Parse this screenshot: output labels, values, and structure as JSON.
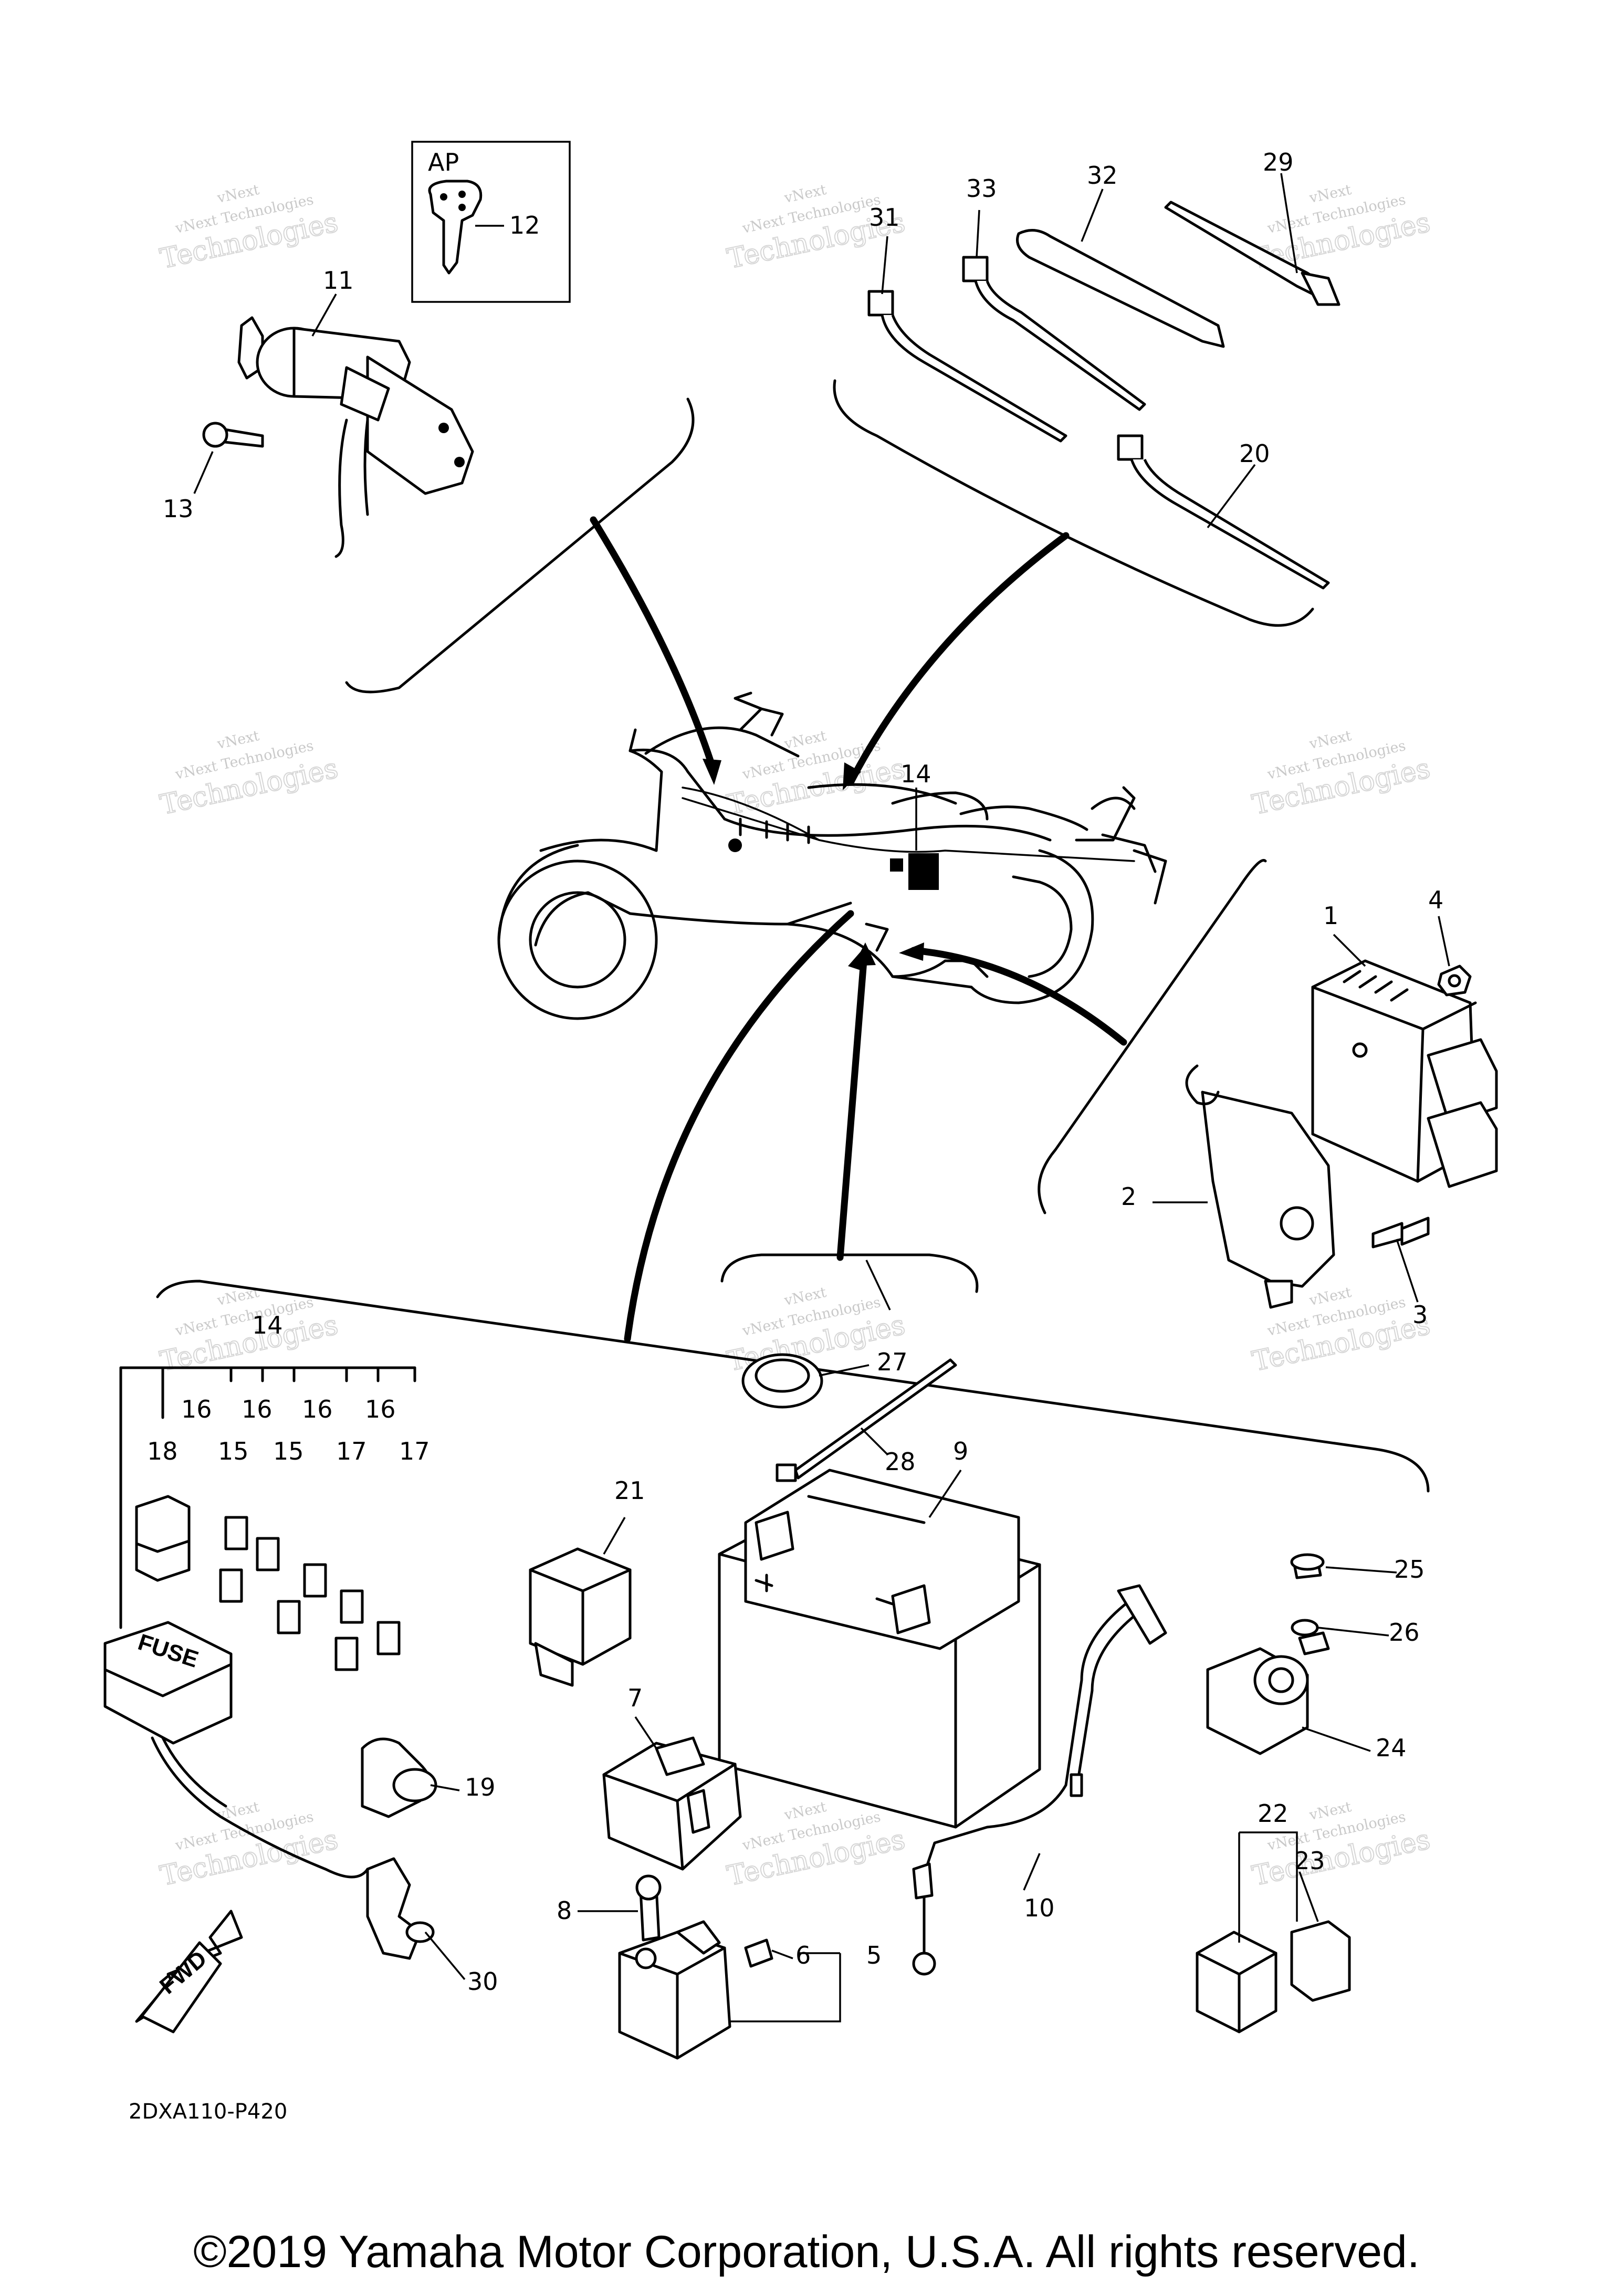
{
  "diagram": {
    "code": "2DXA110-P420",
    "copyright": "©2019 Yamaha Motor Corporation, U.S.A. All rights reserved.",
    "inset_label": "AP",
    "fuse_box_label": "FUSE",
    "direction_label": "FWD",
    "watermark": {
      "line1": "vNext",
      "line2": "vNext Technologies",
      "line3": "Technologies"
    },
    "callouts": [
      {
        "id": "1",
        "label": "1"
      },
      {
        "id": "2",
        "label": "2"
      },
      {
        "id": "3",
        "label": "3"
      },
      {
        "id": "4",
        "label": "4"
      },
      {
        "id": "5",
        "label": "5"
      },
      {
        "id": "6",
        "label": "6"
      },
      {
        "id": "7",
        "label": "7"
      },
      {
        "id": "8",
        "label": "8"
      },
      {
        "id": "9",
        "label": "9"
      },
      {
        "id": "10",
        "label": "10"
      },
      {
        "id": "11",
        "label": "11"
      },
      {
        "id": "12",
        "label": "12"
      },
      {
        "id": "13",
        "label": "13"
      },
      {
        "id": "14a",
        "label": "14"
      },
      {
        "id": "14b",
        "label": "14"
      },
      {
        "id": "15a",
        "label": "15"
      },
      {
        "id": "15b",
        "label": "15"
      },
      {
        "id": "16a",
        "label": "16"
      },
      {
        "id": "16b",
        "label": "16"
      },
      {
        "id": "16c",
        "label": "16"
      },
      {
        "id": "16d",
        "label": "16"
      },
      {
        "id": "17a",
        "label": "17"
      },
      {
        "id": "17b",
        "label": "17"
      },
      {
        "id": "18",
        "label": "18"
      },
      {
        "id": "19",
        "label": "19"
      },
      {
        "id": "20",
        "label": "20"
      },
      {
        "id": "21",
        "label": "21"
      },
      {
        "id": "22",
        "label": "22"
      },
      {
        "id": "23",
        "label": "23"
      },
      {
        "id": "24",
        "label": "24"
      },
      {
        "id": "25",
        "label": "25"
      },
      {
        "id": "26",
        "label": "26"
      },
      {
        "id": "27",
        "label": "27"
      },
      {
        "id": "28",
        "label": "28"
      },
      {
        "id": "29",
        "label": "29"
      },
      {
        "id": "30",
        "label": "30"
      },
      {
        "id": "31",
        "label": "31"
      },
      {
        "id": "32",
        "label": "32"
      },
      {
        "id": "33",
        "label": "33"
      }
    ]
  }
}
